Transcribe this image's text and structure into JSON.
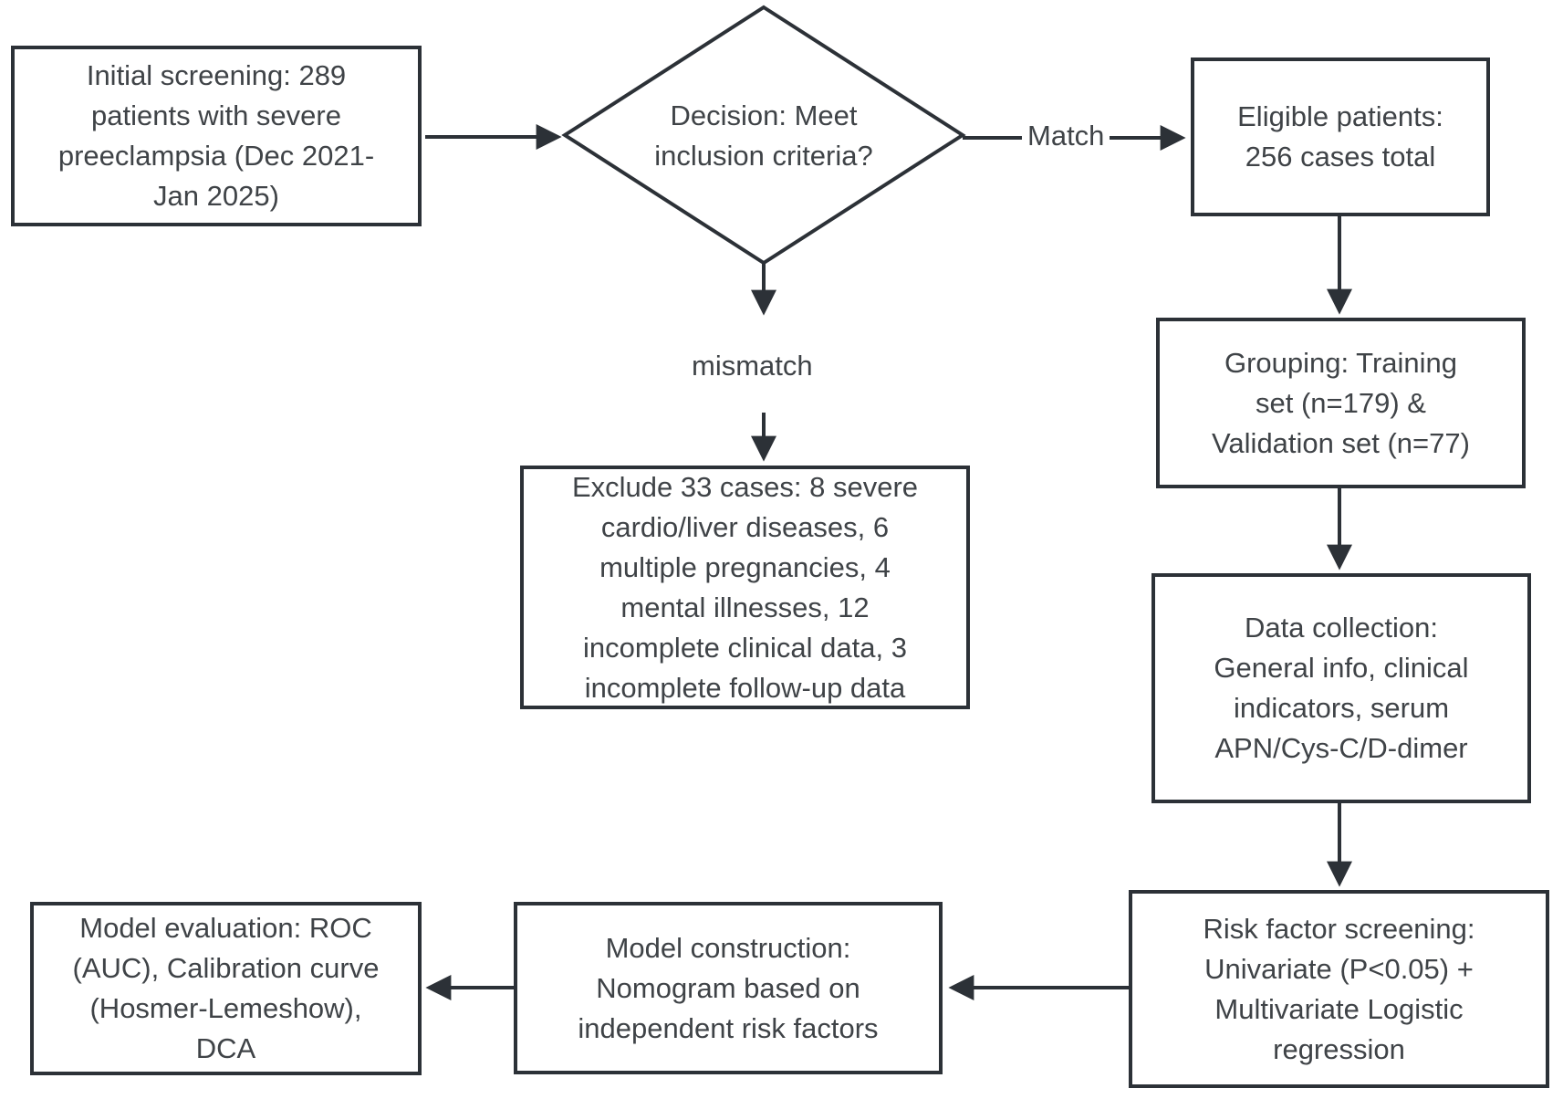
{
  "diagram": {
    "type": "flowchart",
    "background": "#ffffff",
    "line_color": "#2c3137",
    "text_color": "#3f4347",
    "nodes": {
      "initial_screening": {
        "shape": "rect",
        "label": "Initial screening: 289\npatients with severe\npreeclampsia (Dec 2021-\nJan 2025)"
      },
      "decision": {
        "shape": "diamond",
        "label": "Decision: Meet\ninclusion criteria?"
      },
      "eligible_patients": {
        "shape": "rect",
        "label": "Eligible patients:\n256 cases total"
      },
      "exclusion": {
        "shape": "rect",
        "label": "Exclude 33 cases: 8 severe\ncardio/liver diseases, 6\nmultiple pregnancies, 4\nmental illnesses, 12\nincomplete clinical data, 3\nincomplete follow-up data"
      },
      "grouping": {
        "shape": "rect",
        "label": "Grouping: Training\nset (n=179) &\nValidation set (n=77)"
      },
      "data_collection": {
        "shape": "rect",
        "label": "Data collection:\nGeneral info, clinical\nindicators, serum\nAPN/Cys-C/D-dimer"
      },
      "risk_factor_screening": {
        "shape": "rect",
        "label": "Risk factor screening:\nUnivariate (P<0.05) +\nMultivariate Logistic\nregression"
      },
      "model_construction": {
        "shape": "rect",
        "label": "Model construction:\nNomogram based on\nindependent risk factors"
      },
      "model_evaluation": {
        "shape": "rect",
        "label": "Model evaluation: ROC\n(AUC), Calibration curve\n(Hosmer-Lemeshow),\nDCA"
      }
    },
    "edge_labels": {
      "match": "Match",
      "mismatch": "mismatch"
    }
  }
}
